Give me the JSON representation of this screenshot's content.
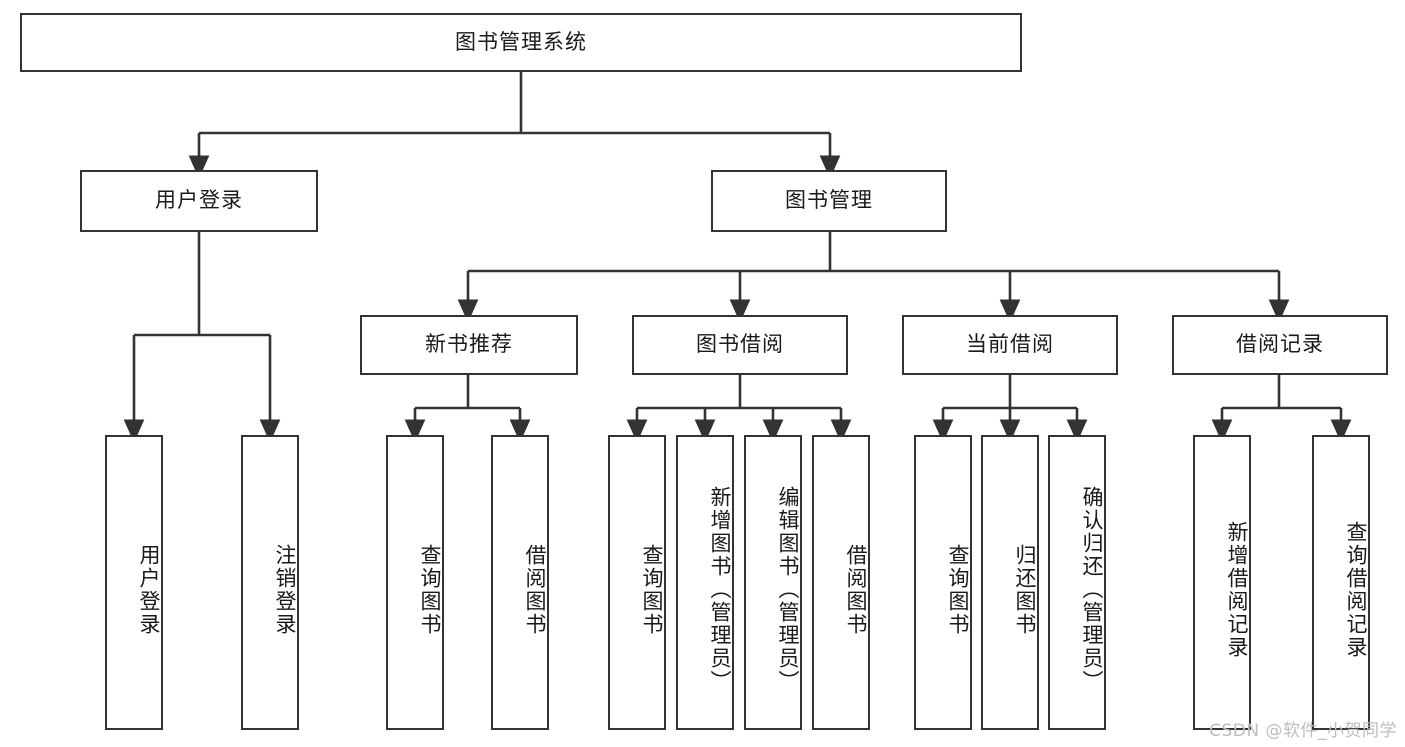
{
  "diagram": {
    "title": "图书管理系统",
    "type": "tree-hierarchy",
    "watermark": "CSDN @软件_小贺同学",
    "colors": {
      "stroke": "#333333",
      "fill": "#ffffff",
      "text": "#1a1a1a",
      "watermark": "#bdbdbd"
    },
    "root": {
      "label": "图书管理系统"
    },
    "level2": [
      {
        "label": "用户登录"
      },
      {
        "label": "图书管理"
      }
    ],
    "level3": [
      {
        "label": "新书推荐"
      },
      {
        "label": "图书借阅"
      },
      {
        "label": "当前借阅"
      },
      {
        "label": "借阅记录"
      }
    ],
    "leaves": {
      "user_login": [
        {
          "label": "用户登录"
        },
        {
          "label": "注销登录"
        }
      ],
      "new_book_recommend": [
        {
          "label": "查询图书"
        },
        {
          "label": "借阅图书"
        }
      ],
      "book_borrow": [
        {
          "label": "查询图书"
        },
        {
          "label": "新增图书（管理员）"
        },
        {
          "label": "编辑图书（管理员）"
        },
        {
          "label": "借阅图书"
        }
      ],
      "current_borrow": [
        {
          "label": "查询图书"
        },
        {
          "label": "归还图书"
        },
        {
          "label": "确认归还（管理员）"
        }
      ],
      "borrow_record": [
        {
          "label": "新增借阅记录"
        },
        {
          "label": "查询借阅记录"
        }
      ]
    }
  }
}
